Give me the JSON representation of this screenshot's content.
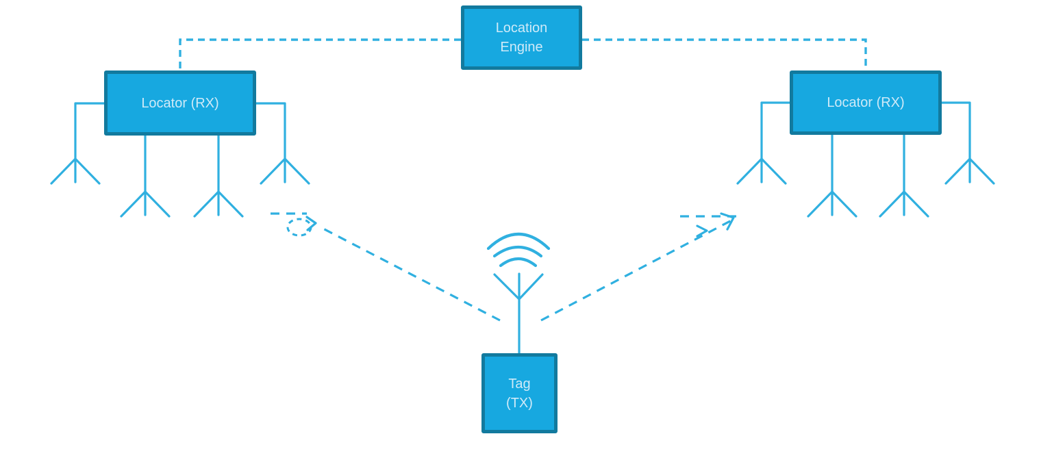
{
  "diagram": {
    "type": "rtls-positioning-architecture",
    "colors": {
      "background": "#ffffff",
      "node_fill": "#17a8e0",
      "node_border": "#127a9e",
      "line": "#30b0e0",
      "text": "#cfeaf8"
    },
    "nodes": {
      "location_engine": {
        "label": "Location\nEngine"
      },
      "locator_left": {
        "label": "Locator (RX)",
        "antenna_count": 4
      },
      "locator_right": {
        "label": "Locator (RX)",
        "antenna_count": 4
      },
      "tag": {
        "label": "Tag\n(TX)",
        "antenna_count": 1,
        "signal_wave_count": 3
      }
    },
    "connections": [
      {
        "from": "location_engine",
        "to": "locator_left",
        "style": "dashed"
      },
      {
        "from": "location_engine",
        "to": "locator_right",
        "style": "dashed"
      },
      {
        "from": "tag",
        "to": "locator_left",
        "style": "dashed-arrow"
      },
      {
        "from": "tag",
        "to": "locator_right",
        "style": "dashed-arrow"
      }
    ]
  }
}
